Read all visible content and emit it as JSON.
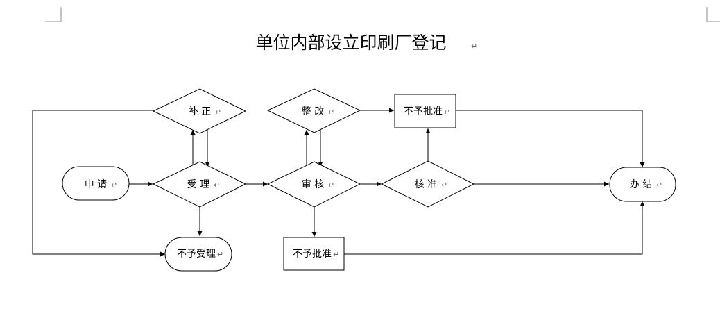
{
  "document": {
    "title": "单位内部设立印刷厂登记",
    "paragraph_mark": "↵"
  },
  "nodes": {
    "apply": "申 请",
    "accept": "受 理",
    "supplement": "补 正",
    "not_accept": "不予受理",
    "review": "审 核",
    "rectify": "整 改",
    "not_approve_bottom": "不予批准",
    "approve": "核 准",
    "not_approve_top": "不予批准",
    "complete": "办 结"
  }
}
